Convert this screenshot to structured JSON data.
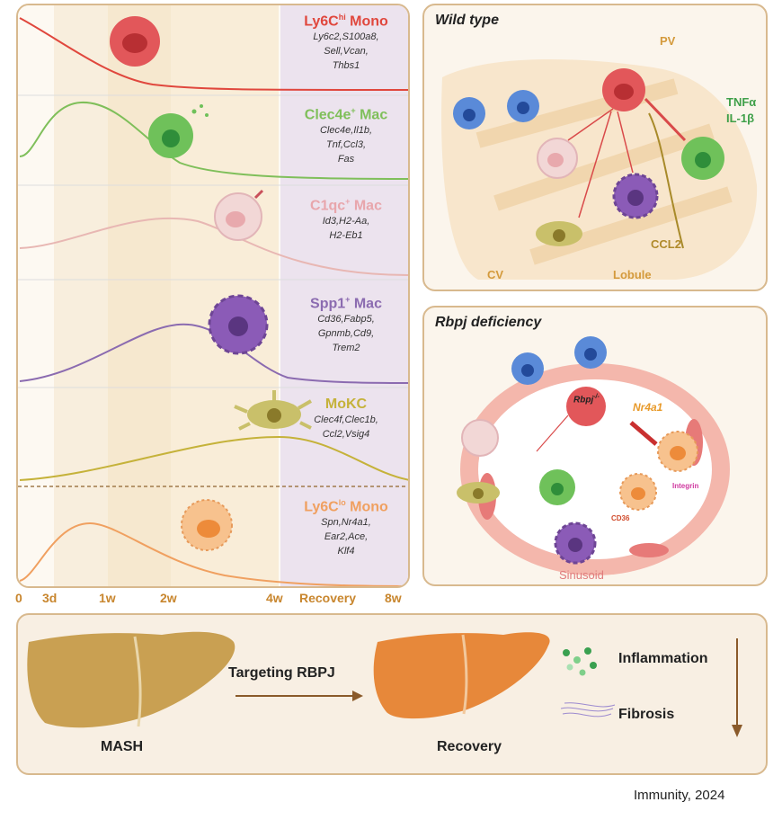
{
  "timeline": {
    "cells": [
      {
        "name": "Ly6C",
        "sup": "hi",
        "suffix": " Mono",
        "genes": [
          "Ly6c2,S100a8,",
          "Sell,Vcan,",
          "Thbs1"
        ],
        "color": "#e0473d"
      },
      {
        "name": "Clec4e",
        "sup": "+",
        "suffix": " Mac",
        "genes": [
          "Clec4e,Il1b,",
          "Tnf,Ccl3,",
          "Fas"
        ],
        "color": "#7fbf5a"
      },
      {
        "name": "C1qc",
        "sup": "+",
        "suffix": " Mac",
        "genes": [
          "Id3,H2-Aa,",
          "H2-Eb1"
        ],
        "color": "#e8a6ac"
      },
      {
        "name": "Spp1",
        "sup": "+",
        "suffix": " Mac",
        "genes": [
          "Cd36,Fabp5,",
          "Gpnmb,Cd9,",
          "Trem2"
        ],
        "color": "#8b6bb0"
      },
      {
        "name": "MoKC",
        "sup": "",
        "suffix": "",
        "genes": [
          "Clec4f,Clec1b,",
          "Ccl2,Vsig4"
        ],
        "color": "#c5b23a"
      },
      {
        "name": "Ly6C",
        "sup": "lo",
        "suffix": " Mono",
        "genes": [
          "Spn,Nr4a1,",
          "Ear2,Ace,",
          "Klf4"
        ],
        "color": "#f0a060"
      }
    ],
    "axis_ticks": [
      "0",
      "3d",
      "1w",
      "2w",
      "4w",
      "Recovery",
      "8w"
    ]
  },
  "wild_type": {
    "title": "Wild type",
    "pv": "PV",
    "cv": "CV",
    "lobule": "Lobule",
    "ccl2": "CCL2",
    "tnf": "TNFα",
    "il1b": "IL-1β"
  },
  "rbpj": {
    "title": "Rbpj deficiency",
    "rbpj_label": "Rbpj",
    "rbpj_sup": "-/-",
    "nr4a1": "Nr4a1",
    "integrin": "Integrin",
    "cd36": "CD36",
    "sinusoid": "Sinusoid"
  },
  "bottom": {
    "mash": "MASH",
    "arrow_label": "Targeting RBPJ",
    "recovery": "Recovery",
    "inflammation": "Inflammation",
    "fibrosis": "Fibrosis"
  },
  "citation": "Immunity, 2024",
  "colors": {
    "border": "#d8b98e",
    "accent": "#c8862e",
    "liver_mash": "#c9a052",
    "liver_recovery": "#e7883a"
  }
}
